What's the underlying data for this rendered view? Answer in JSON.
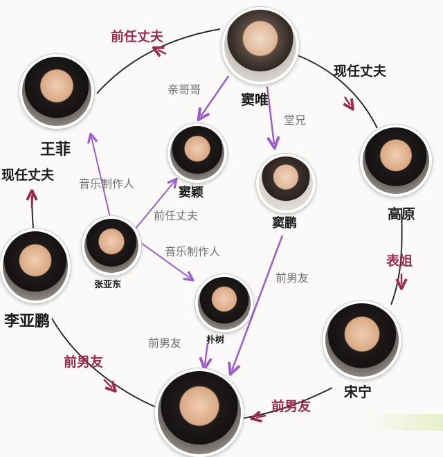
{
  "people": {
    "douwei": "窦唯",
    "wangfei": "王菲",
    "gaoyuan": "高原",
    "douying": "窦颖",
    "doupeng": "窦鹏",
    "zhangyadong": "张亚东",
    "liyapeng": "李亚鹏",
    "pushu": "朴树",
    "songning": "宋宁"
  },
  "relations": {
    "ex_husband": "前任丈夫",
    "current_husband_right": "现任丈夫",
    "current_husband_left": "现任丈夫",
    "elder_brother": "亲哥哥",
    "cousin_brother": "堂兄",
    "music_producer_1": "音乐制作人",
    "ex_husband_2": "前任丈夫",
    "music_producer_2": "音乐制作人",
    "cousin_sister": "表姐",
    "ex_boyfriend_1": "前男友",
    "ex_boyfriend_2": "前男友",
    "ex_boyfriend_3": "前男友",
    "ex_boyfriend_4": "前男友"
  },
  "colors": {
    "circle_line": "#2b2b2b",
    "red_arrow": "#9c2a4f",
    "purple_arrow": "#9a5cc6"
  }
}
